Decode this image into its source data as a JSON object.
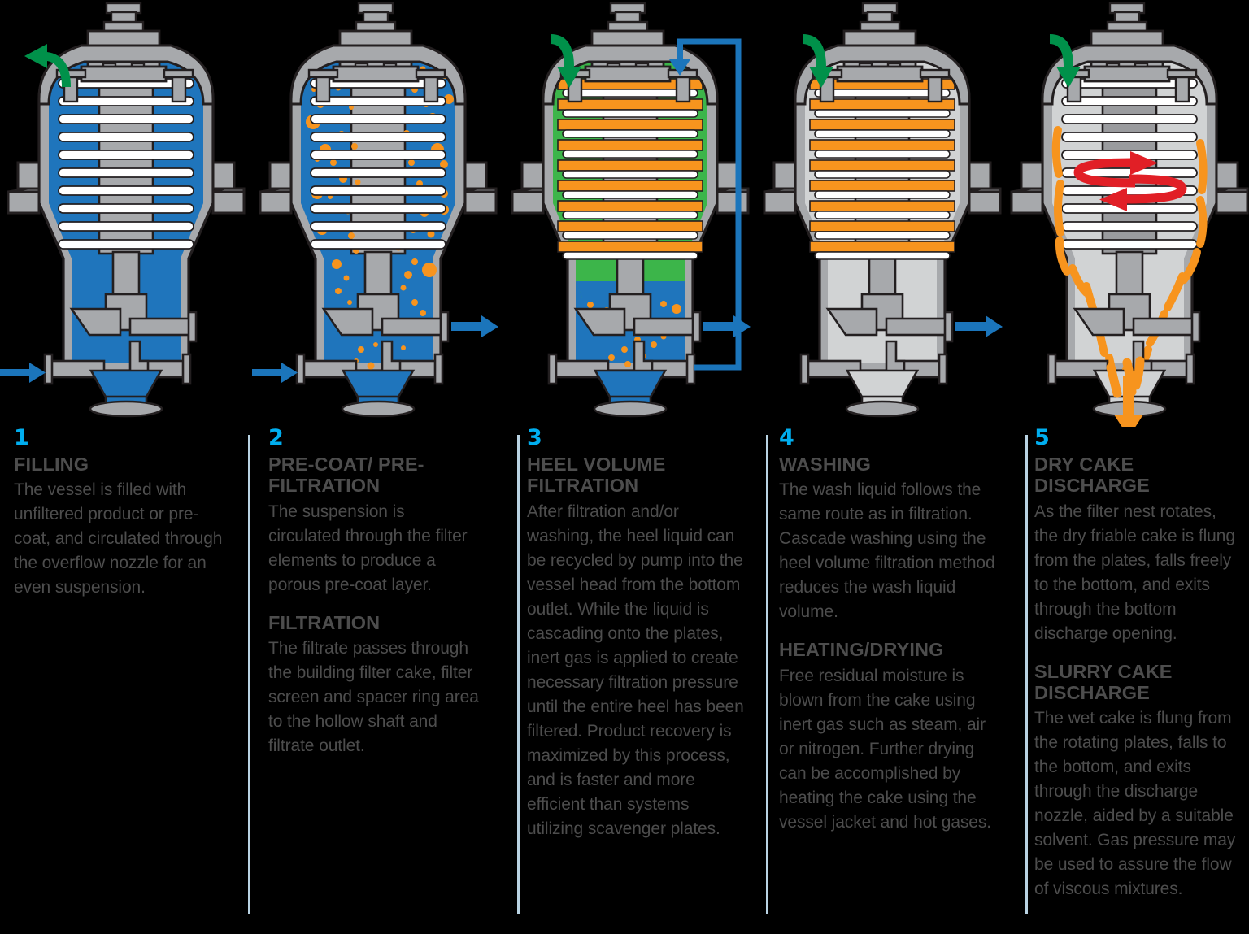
{
  "colors": {
    "steel": "#a7a9ac",
    "steel_dark": "#808285",
    "steel_outline": "#231f20",
    "liquid_blue": "#1f75bc",
    "gas_green": "#3cb54a",
    "cake_orange": "#f7941e",
    "rotation_red": "#e11f26",
    "arrow_blue": "#1b75bb",
    "arrow_green": "#00914a",
    "number_cyan": "#00aeef",
    "text_gray": "#4d4d4d",
    "divider": "#b9d3e3",
    "plate_white": "#ffffff",
    "vessel_gray_interior": "#d1d3d4",
    "background": "#000000"
  },
  "diagram": {
    "title_semantic": "pressure-plate-filter-dryer-process-stages",
    "stage_count": 5
  },
  "steps": [
    {
      "number": "1",
      "headings": [
        {
          "text": "FILLING",
          "paragraphs": [
            "The vessel is filled with unfiltered product or pre-coat, and circulated through the overflow nozzle for an even suspension."
          ]
        }
      ],
      "vessel": {
        "fill": "liquid_blue",
        "plates": "white",
        "particles": false,
        "inlet_arrow": "blue-right",
        "top_arrow": "green-out-left",
        "outlet_arrow": null,
        "recycle_loop": false,
        "rotation": false,
        "discharge": false
      }
    },
    {
      "number": "2",
      "headings": [
        {
          "text": "PRE-COAT/ PRE-FILTRATION",
          "paragraphs": [
            "The suspension is circulated through the filter elements to produce a porous pre-coat layer."
          ]
        },
        {
          "text": "FILTRATION",
          "paragraphs": [
            "The filtrate passes through the building filter cake, filter screen and spacer ring area to the hollow shaft and filtrate outlet."
          ]
        }
      ],
      "vessel": {
        "fill": "liquid_blue",
        "plates": "white",
        "particles": true,
        "inlet_arrow": "blue-right",
        "top_arrow": null,
        "outlet_arrow": "blue-right",
        "recycle_loop": false,
        "rotation": false,
        "discharge": false
      }
    },
    {
      "number": "3",
      "headings": [
        {
          "text": "HEEL VOLUME FILTRATION",
          "paragraphs": [
            "After filtration and/or washing, the heel liquid can be recycled by pump into the vessel head from the bottom outlet. While the liquid is cascading onto the plates, inert gas is applied to create necessary filtration pressure until the entire heel has been filtered. Product recovery is maximized by this process, and is faster and more efficient than systems utilizing scavenger plates."
          ]
        }
      ],
      "vessel": {
        "fill": "gas_green",
        "heel": "liquid_blue",
        "plates": "orange-cake",
        "particles": "heel-only",
        "inlet_arrow": null,
        "top_arrow": "green-in",
        "outlet_arrow": "blue-right",
        "recycle_loop": true,
        "rotation": false,
        "discharge": false
      }
    },
    {
      "number": "4",
      "headings": [
        {
          "text": "WASHING",
          "paragraphs": [
            "The wash liquid follows the same route as in filtration. Cascade washing using the heel volume filtration method reduces the wash liquid volume."
          ]
        },
        {
          "text": "HEATING/DRYING",
          "paragraphs": [
            "Free residual moisture is blown from the cake using inert gas such as steam, air or nitrogen. Further drying can be accomplished by heating the cake using the vessel jacket and hot gases."
          ]
        }
      ],
      "vessel": {
        "fill": "vessel_gray_interior",
        "plates": "orange-cake",
        "particles": false,
        "inlet_arrow": null,
        "top_arrow": "green-in",
        "outlet_arrow": "blue-right",
        "recycle_loop": false,
        "rotation": false,
        "discharge": false
      }
    },
    {
      "number": "5",
      "headings": [
        {
          "text": "DRY CAKE DISCHARGE",
          "paragraphs": [
            "As the filter nest rotates, the dry friable cake is flung from the plates, falls freely to the bottom, and exits through the bottom discharge opening."
          ]
        },
        {
          "text": "SLURRY CAKE DISCHARGE",
          "paragraphs": [
            "The wet cake is flung from the rotating plates, falls to the bottom, and exits through the discharge nozzle, aided by a suitable solvent. Gas pressure may be used to assure the flow of viscous mixtures."
          ]
        }
      ],
      "vessel": {
        "fill": "vessel_gray_interior",
        "plates": "white",
        "particles": false,
        "inlet_arrow": null,
        "top_arrow": "green-in",
        "outlet_arrow": null,
        "recycle_loop": false,
        "rotation": true,
        "discharge": "orange-down"
      }
    }
  ]
}
